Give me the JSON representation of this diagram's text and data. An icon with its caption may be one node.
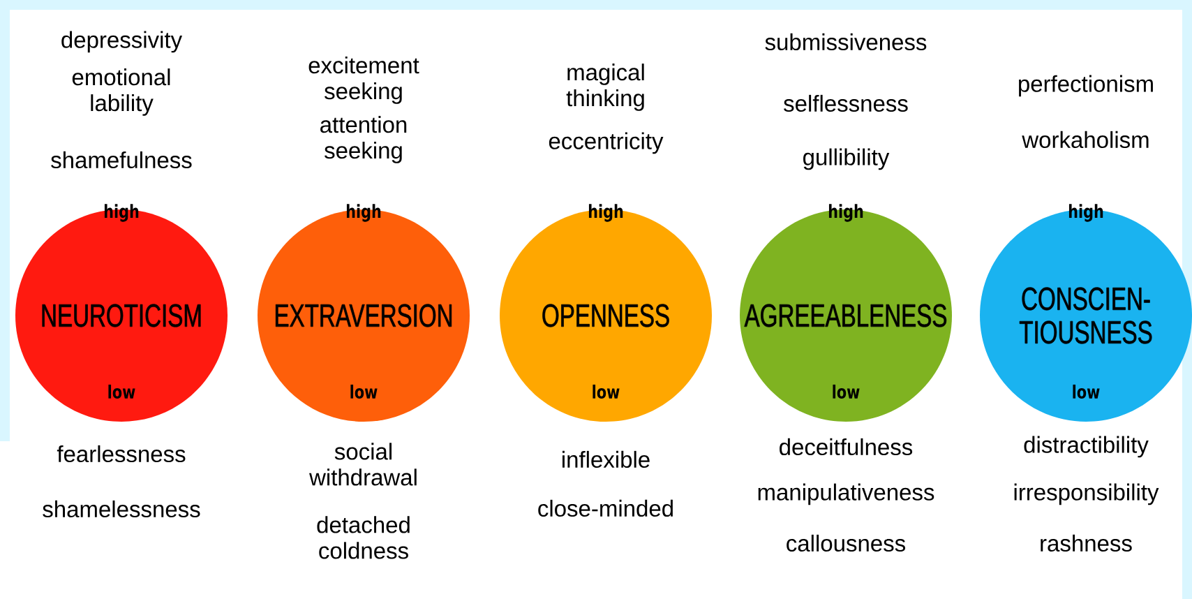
{
  "diagram": {
    "nodes": [
      {
        "text": [
          "high",
          "NEUROTICISM",
          "low"
        ],
        "beside": [
          "depressivity",
          "emotional lability",
          "shamefulness",
          "fearlessness",
          "shamelessness"
        ]
      },
      {
        "text": [
          "high",
          "EXTRAVERSION",
          "low"
        ],
        "beside": [
          "excitement seeking",
          "attention seeking",
          "social withdrawal",
          "detached coldness"
        ]
      },
      {
        "text": [
          "high",
          "OPENNESS",
          "low"
        ],
        "beside": [
          "magical thinking",
          "eccentricity",
          "inflexible",
          "close-minded"
        ]
      },
      {
        "text": [
          "high",
          "AGREEABLENESS",
          "low"
        ],
        "beside": [
          "submissiveness",
          "selflessness",
          "gullibility",
          "deceitfulness",
          "manipulativeness",
          "callousness"
        ]
      },
      {
        "text": [
          "high",
          "CONSCIEN- TIOUSNESS",
          "low"
        ],
        "beside": [
          "perfectionism",
          "workaholism",
          "distractibility",
          "irresponsibility",
          "rashness"
        ]
      }
    ]
  }
}
